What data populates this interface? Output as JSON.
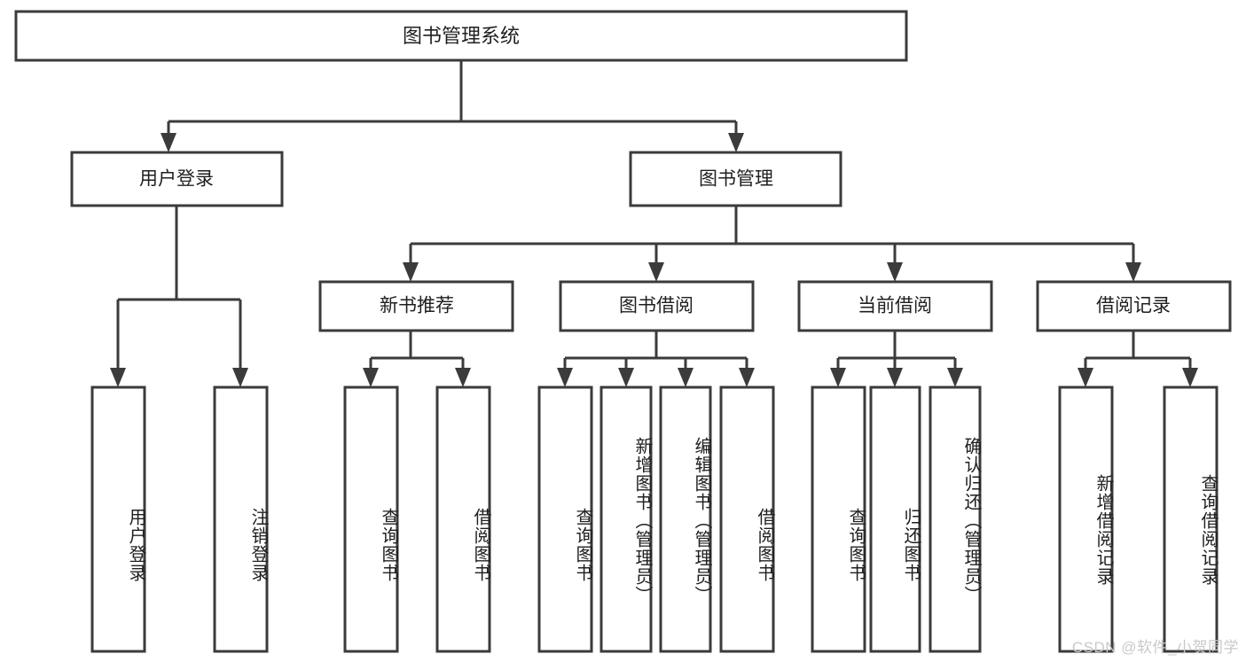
{
  "diagram": {
    "type": "tree",
    "title_node": {
      "id": "root",
      "label": "图书管理系统"
    },
    "level1": [
      {
        "id": "user-login",
        "label": "用户登录"
      },
      {
        "id": "book-manage",
        "label": "图书管理"
      }
    ],
    "level2": [
      {
        "id": "new-book-recommend",
        "label": "新书推荐",
        "parent": "book-manage"
      },
      {
        "id": "book-borrow",
        "label": "图书借阅",
        "parent": "book-manage"
      },
      {
        "id": "current-borrow",
        "label": "当前借阅",
        "parent": "book-manage"
      },
      {
        "id": "borrow-record",
        "label": "借阅记录",
        "parent": "book-manage"
      }
    ],
    "leaves": [
      {
        "id": "leaf-user-login",
        "label": "用户登录",
        "parent": "user-login"
      },
      {
        "id": "leaf-user-logout",
        "label": "注销登录",
        "parent": "user-login"
      },
      {
        "id": "leaf-query-book-1",
        "label": "查询图书",
        "parent": "new-book-recommend"
      },
      {
        "id": "leaf-borrow-book-1",
        "label": "借阅图书",
        "parent": "new-book-recommend"
      },
      {
        "id": "leaf-query-book-2",
        "label": "查询图书",
        "parent": "book-borrow"
      },
      {
        "id": "leaf-add-book",
        "label": "新增图书（管理员）",
        "parent": "book-borrow"
      },
      {
        "id": "leaf-edit-book",
        "label": "编辑图书（管理员）",
        "parent": "book-borrow"
      },
      {
        "id": "leaf-borrow-book-2",
        "label": "借阅图书",
        "parent": "book-borrow"
      },
      {
        "id": "leaf-query-book-3",
        "label": "查询图书",
        "parent": "current-borrow"
      },
      {
        "id": "leaf-return-book",
        "label": "归还图书",
        "parent": "current-borrow"
      },
      {
        "id": "leaf-confirm-return",
        "label": "确认归还（管理员）",
        "parent": "current-borrow"
      },
      {
        "id": "leaf-add-record",
        "label": "新增借阅记录",
        "parent": "borrow-record"
      },
      {
        "id": "leaf-query-record",
        "label": "查询借阅记录",
        "parent": "borrow-record"
      }
    ],
    "colors": {
      "box_stroke": "#3b3b3b",
      "box_fill": "#ffffff",
      "text": "#1f1f1f",
      "background": "#ffffff",
      "watermark": "#c9c9c9"
    }
  },
  "watermark": {
    "text": "CSDN @软件_小贺同学"
  }
}
